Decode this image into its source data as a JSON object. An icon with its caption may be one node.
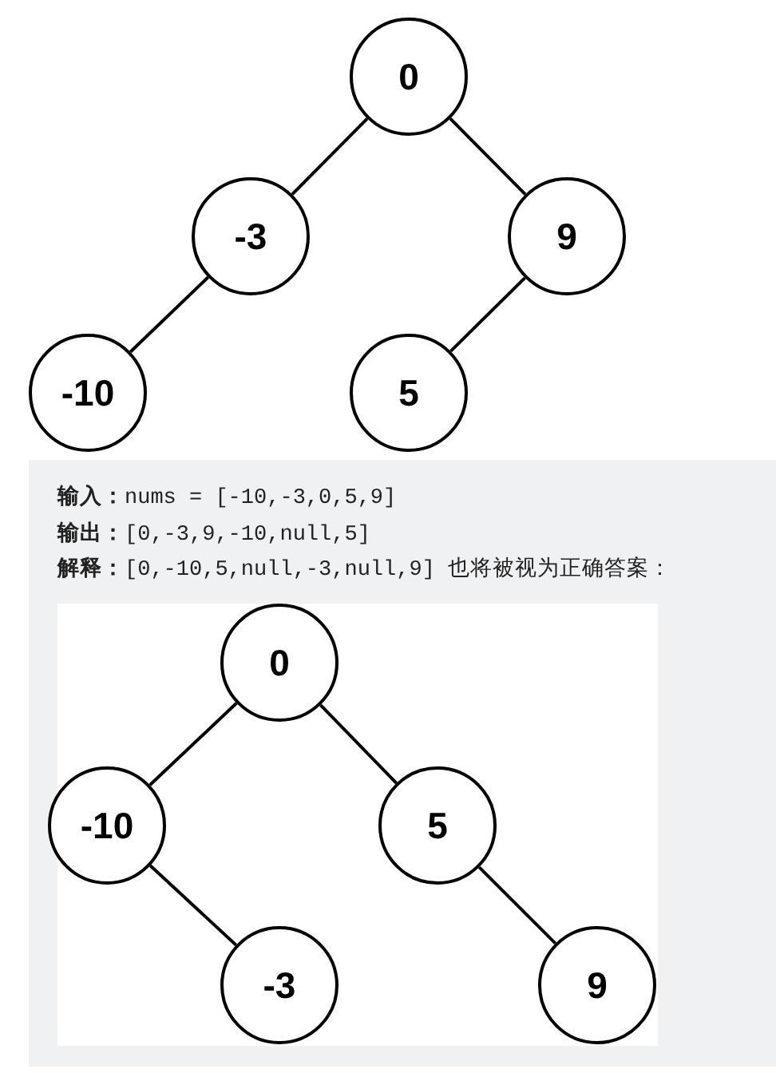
{
  "diagram": {
    "nodes": [
      {
        "text": [
          "0"
        ]
      },
      {
        "text": [
          "-3"
        ]
      },
      {
        "text": [
          "9"
        ]
      },
      {
        "text": [
          "-10"
        ]
      },
      {
        "text": [
          "5"
        ]
      },
      {
        "text": [
          "0"
        ]
      },
      {
        "text": [
          "-10"
        ]
      },
      {
        "text": [
          "5"
        ]
      },
      {
        "text": [
          "-3"
        ]
      },
      {
        "text": [
          "9"
        ]
      }
    ],
    "edges": [
      {
        "from": 0,
        "to": 1,
        "arrow": "none"
      },
      {
        "from": 0,
        "to": 2,
        "arrow": "none"
      },
      {
        "from": 1,
        "to": 3,
        "arrow": "none"
      },
      {
        "from": 2,
        "to": 4,
        "arrow": "none"
      },
      {
        "from": 5,
        "to": 6,
        "arrow": "none"
      },
      {
        "from": 5,
        "to": 7,
        "arrow": "none"
      },
      {
        "from": 6,
        "to": 8,
        "arrow": "none"
      },
      {
        "from": 7,
        "to": 9,
        "arrow": "none"
      }
    ],
    "labels": [
      "**输入：**nums = [-10,-3,0,5,9]",
      "**输出：**[0,-3,9,-10,null,5]",
      "**解释：**[0,-10,5,null,-3,null,9] 也将被视为正确答案："
    ]
  }
}
